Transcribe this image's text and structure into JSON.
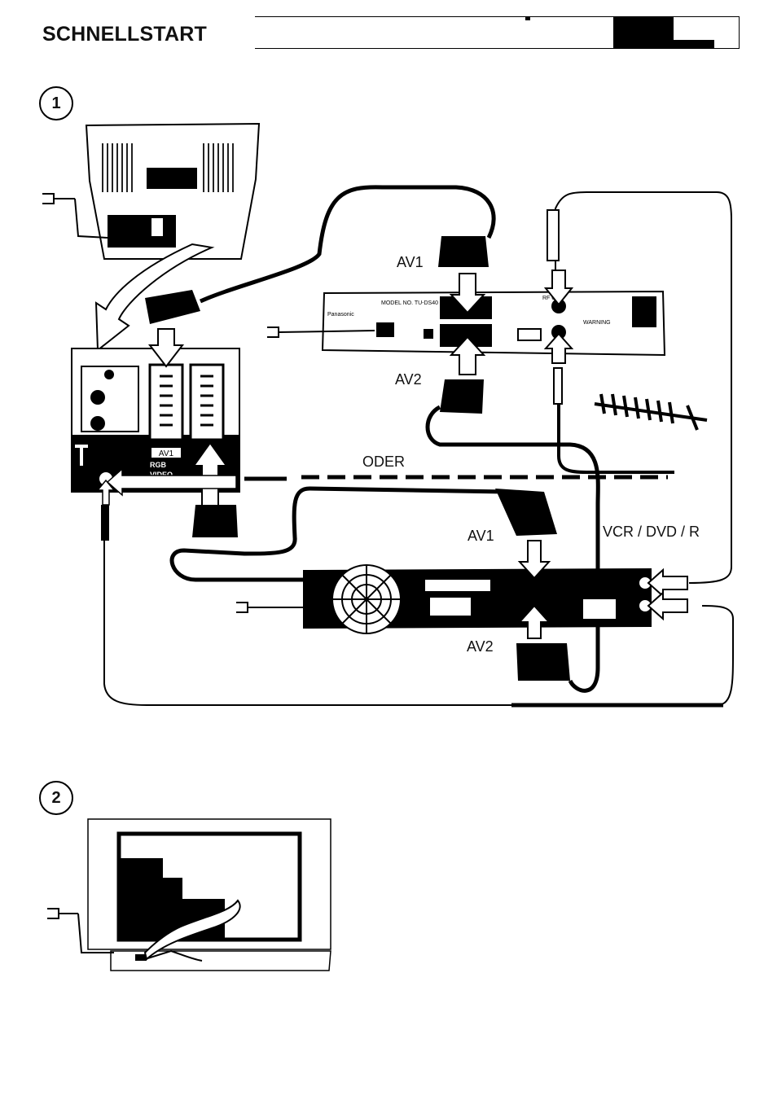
{
  "header": {
    "title": "SCHNELLSTART"
  },
  "steps": [
    "1",
    "2"
  ],
  "labels": {
    "av1_top": "AV1",
    "av2_top": "AV2",
    "oder": "ODER",
    "av1_bottom": "AV1",
    "vcr": "VCR / DVD / R",
    "av2_bottom": "AV2",
    "tv_av1": "AV1",
    "tv_rgb": "RGB",
    "tv_video": "VIDEO",
    "brand_top": "Panasonic",
    "model_no": "MODEL NO. TU-DS40",
    "rf_out": "RF Out",
    "warning": "WARNING"
  }
}
